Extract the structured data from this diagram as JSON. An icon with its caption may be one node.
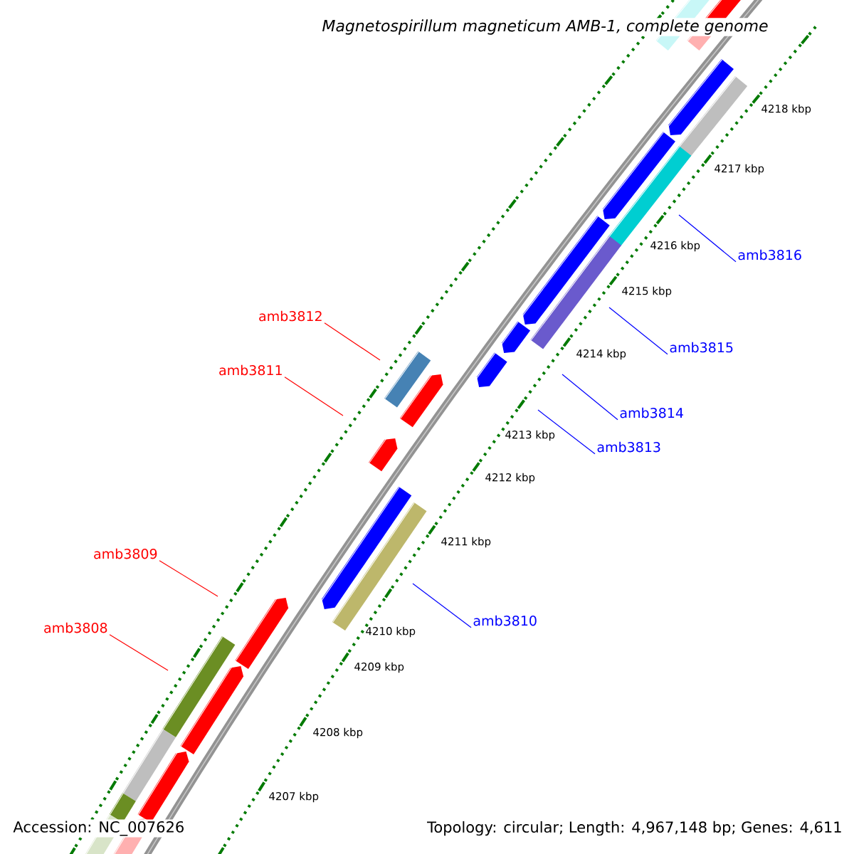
{
  "diagram": {
    "title": "Magnetospirillum magneticum AMB-1, complete genome",
    "nodes": [
      {
        "text": [
          "amb3816"
        ]
      },
      {
        "text": [
          "amb3812"
        ]
      },
      {
        "text": [
          "amb3815"
        ]
      },
      {
        "text": [
          "amb3811"
        ]
      },
      {
        "text": [
          "amb3814"
        ]
      },
      {
        "text": [
          "amb3813"
        ]
      },
      {
        "text": [
          "amb3809"
        ]
      },
      {
        "text": [
          "amb3810"
        ]
      },
      {
        "text": [
          "amb3808"
        ]
      }
    ],
    "edges": [
      {
        "from": 0,
        "to": null,
        "arrow": "none"
      },
      {
        "from": 1,
        "to": null,
        "arrow": "none",
        "color": "#ff0000"
      },
      {
        "from": 2,
        "to": null,
        "arrow": "none"
      },
      {
        "from": 3,
        "to": null,
        "arrow": "none",
        "color": "#ff0000"
      },
      {
        "from": 4,
        "to": null,
        "arrow": "none"
      },
      {
        "from": 5,
        "to": null,
        "arrow": "none"
      },
      {
        "from": 6,
        "to": null,
        "arrow": "none",
        "color": "#ff0000"
      },
      {
        "from": 7,
        "to": null,
        "arrow": "none"
      },
      {
        "from": 8,
        "to": null,
        "arrow": "none",
        "color": "#ff0000"
      }
    ],
    "labels": [
      "4218 kbp",
      "4217 kbp",
      "4216 kbp",
      "4215 kbp",
      "4214 kbp",
      "4213 kbp",
      "4212 kbp",
      "4211 kbp",
      "4210 kbp",
      "4209 kbp",
      "4208 kbp",
      "4207 kbp",
      "Accession: NC_007626",
      "Topology: circular; Length: 4,967,148 bp; Genes: 4,611"
    ]
  }
}
